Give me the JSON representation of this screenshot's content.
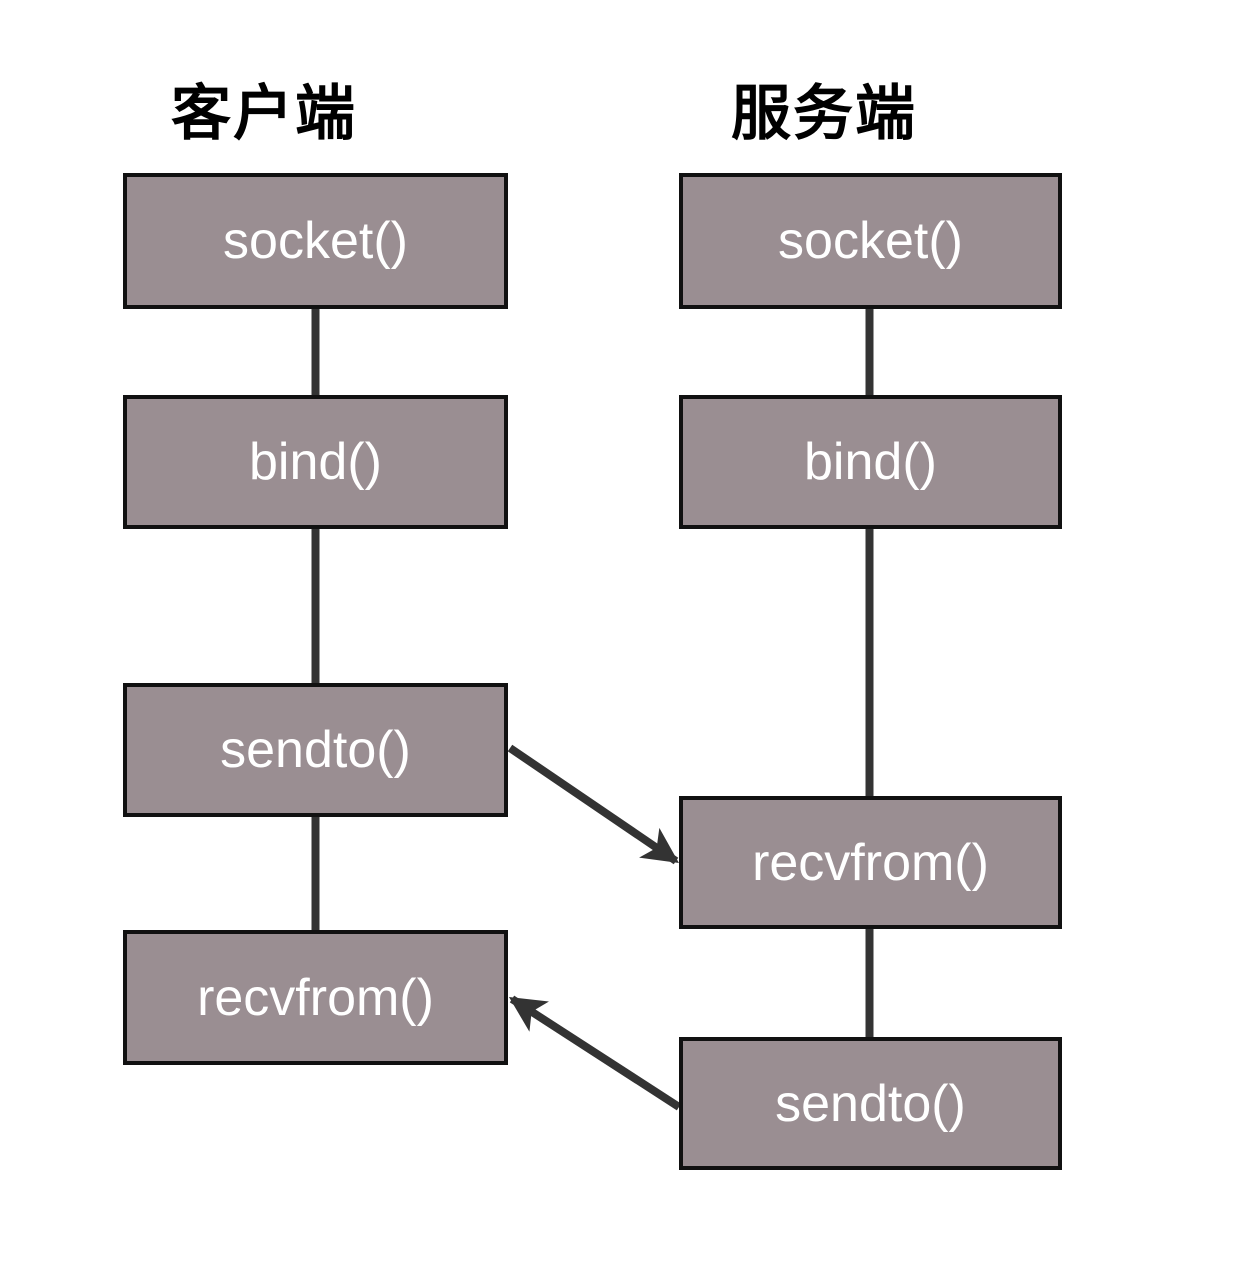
{
  "diagram": {
    "type": "flowchart",
    "columns": [
      {
        "id": "client",
        "header": "客户端",
        "boxes": [
          "socket()",
          "bind()",
          "sendto()",
          "recvfrom()"
        ]
      },
      {
        "id": "server",
        "header": "服务端",
        "boxes": [
          "socket()",
          "bind()",
          "recvfrom()",
          "sendto()"
        ]
      }
    ],
    "arrows": [
      {
        "from": "客户端 sendto()",
        "to": "服务端 recvfrom()"
      },
      {
        "from": "服务端 sendto()",
        "to": "客户端 recvfrom()"
      }
    ],
    "colors": {
      "box_fill": "#9a8e92",
      "box_border": "#111111",
      "box_text": "#ffffff",
      "connector": "#333333",
      "header_text": "#000000",
      "background": "#ffffff"
    }
  }
}
